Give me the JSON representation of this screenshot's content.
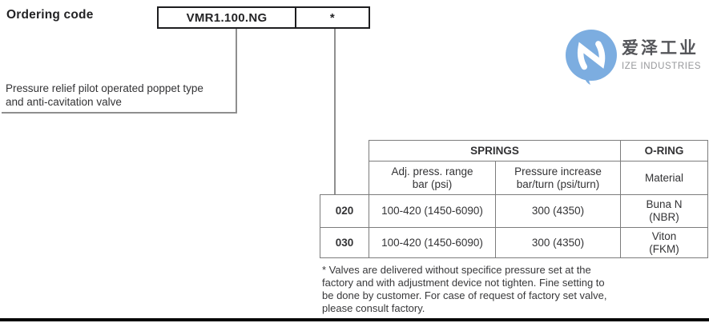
{
  "page": {
    "title": "Ordering code"
  },
  "ordering": {
    "model_code": "VMR1.100.NG",
    "variant_code": "*",
    "description": "Pressure relief pilot operated poppet type\nand anti-cavitation valve"
  },
  "logo": {
    "name_cn": "爱泽工业",
    "name_en": "IZE INDUSTRIES",
    "circle_color": "#7cade0"
  },
  "spec_table": {
    "group_headers": [
      "SPRINGS",
      "O-RING"
    ],
    "column_headers": [
      "Adj. press. range\nbar (psi)",
      "Pressure increase\nbar/turn (psi/turn)",
      "Material"
    ],
    "rows": [
      {
        "code": "020",
        "adj_press_range": "100-420 (1450-6090)",
        "pressure_increase": "300 (4350)",
        "oring_material": "Buna N\n(NBR)"
      },
      {
        "code": "030",
        "adj_press_range": "100-420 (1450-6090)",
        "pressure_increase": "300 (4350)",
        "oring_material": "Viton\n(FKM)"
      }
    ]
  },
  "footnote": "* Valves are delivered without specifice pressure set at the\nfactory and with adjustment device not tighten. Fine setting to\nbe done by customer. For case of request of factory set valve,\nplease consult factory."
}
